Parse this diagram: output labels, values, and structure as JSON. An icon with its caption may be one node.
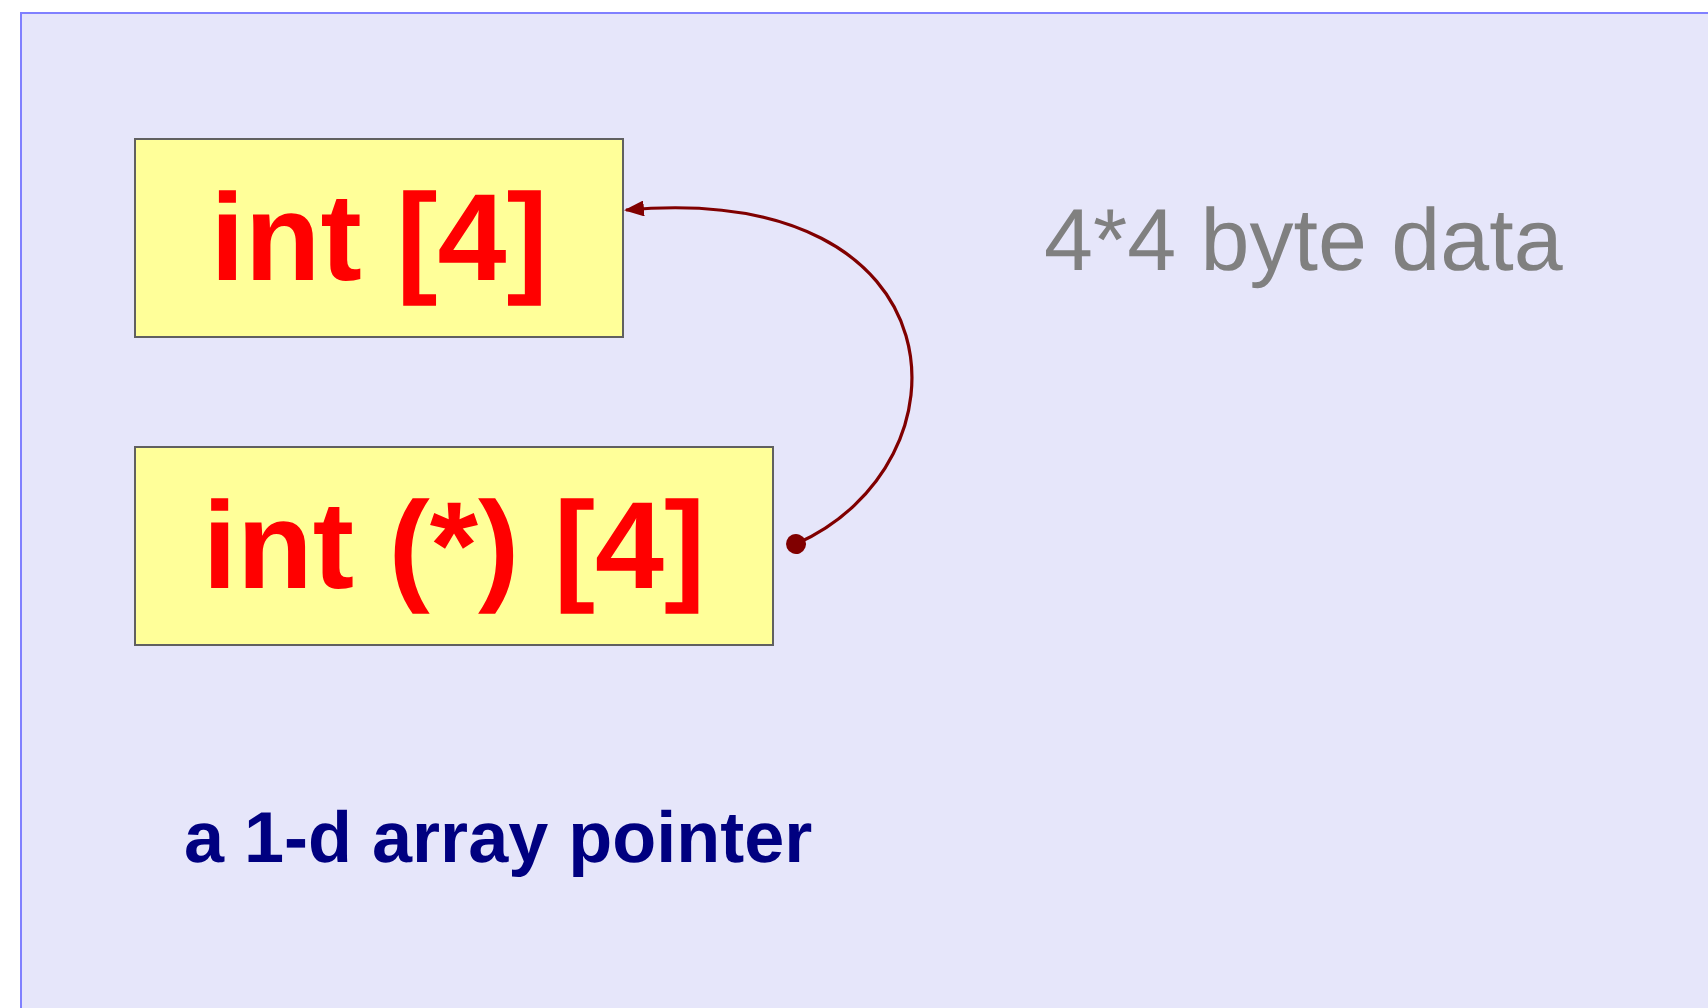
{
  "diagram": {
    "nodes": [
      {
        "text": [
          "int [4]"
        ]
      },
      {
        "text": [
          "int (*) [4]"
        ]
      }
    ],
    "edges": [
      {
        "from": 1,
        "to": 0,
        "arrow": "to",
        "color": "#800000"
      }
    ],
    "labels": [
      "4*4 byte data",
      "a 1-d array pointer"
    ]
  }
}
